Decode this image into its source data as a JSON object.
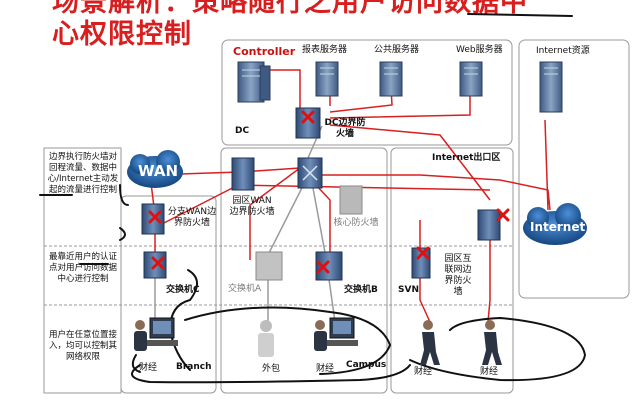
{
  "title": {
    "line1": "场景解析：策略随行之用户访问数据中",
    "line2": "心权限控制"
  },
  "dc": {
    "controller_label": "Controller",
    "report_server": "报表服务器",
    "public_server": "公共服务器",
    "web_server": "Web服务器",
    "dc_label": "DC",
    "dc_firewall": "DC边界防火墙"
  },
  "internet_resource": "Internet资源",
  "internet_exit": "Internet出口区",
  "wan_label": "WAN",
  "internet_label": "Internet",
  "notes": {
    "note1": "边界执行防火墙对回程流量、数据中心/Internet主动发起的流量进行控制",
    "note2": "最靠近用户的认证点对用户访问数据中心进行控制",
    "note3": "用户在任意位置接入，均可以控制其网络权限"
  },
  "devices": {
    "branch_wan_fw": "分支WAN边界防火墙",
    "campus_wan_fw": "园区WAN边界防火墙",
    "core_fw": "核心防火墙",
    "switch_a": "交换机A",
    "switch_b": "交换机B",
    "switch_c": "交换机C",
    "svn": "SVN",
    "campus_inet_fw": "园区互联网边界防火墙"
  },
  "users": {
    "finance": "财经",
    "outsource": "外包",
    "branch": "Branch",
    "campus": "Campus"
  },
  "colors": {
    "accent_red": "#d81e1e",
    "line_red": "#d82020",
    "server_blue": "#4f6d96",
    "cloud_blue": "#1f5aa0"
  }
}
